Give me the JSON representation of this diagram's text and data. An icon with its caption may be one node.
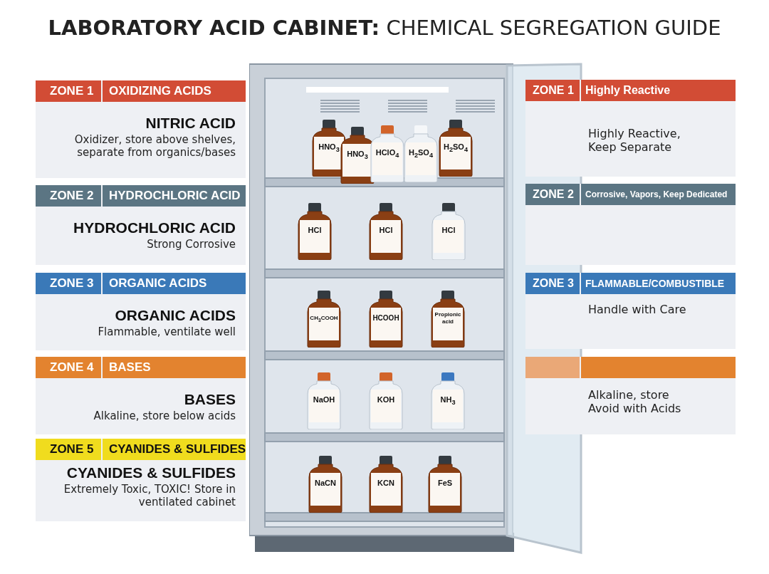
{
  "diagram": {
    "title": "**LABORATORY ACID CABINET:** CHEMICAL SEGREGATION GUIDE",
    "nodes": [
      {
        "text": [
          "ZONE 1",
          "OXIDIZING ACIDS",
          "NITRIC ACID",
          "Oxidizer, store above shelves, separate from organics/bases"
        ]
      },
      {
        "text": [
          "ZONE 2",
          "HYDROCHLORIC ACID",
          "HYDROCHLORIC ACID",
          "Strong Corrosive"
        ]
      },
      {
        "text": [
          "ZONE 3",
          "ORGANIC ACIDS",
          "ORGANIC ACIDS",
          "Flammable, ventilate well"
        ]
      },
      {
        "text": [
          "ZONE 4",
          "BASES",
          "BASES",
          "Alkaline, store below acids"
        ]
      },
      {
        "text": [
          "ZONE 5",
          "CYANIDES & SULFIDES",
          "CYANIDES & SULFIDES",
          "Extremely Toxic, TOXIC! Store in ventilated cabinet"
        ]
      },
      {
        "text": [],
        "shape": "picture"
      },
      {
        "text": [
          "HNO$_{3}$"
        ],
        "in": 5
      },
      {
        "text": [
          "HNO$_{3}$"
        ],
        "in": 5
      },
      {
        "text": [
          "HClO$_{4}$"
        ],
        "in": 5
      },
      {
        "text": [
          "H$_{2}$SO$_{4}$"
        ],
        "in": 5
      },
      {
        "text": [
          "H$_{2}$SO$_{4}$"
        ],
        "in": 5
      },
      {
        "text": [
          "HCl"
        ],
        "in": 5
      },
      {
        "text": [
          "HCl"
        ],
        "in": 5
      },
      {
        "text": [
          "HCl"
        ],
        "in": 5
      },
      {
        "text": [
          "CH$_{3}$COOH"
        ],
        "in": 5
      },
      {
        "text": [
          "HCOOH"
        ],
        "in": 5
      },
      {
        "text": [
          "Propionic acid"
        ],
        "in": 5
      },
      {
        "text": [
          "NaOH"
        ],
        "in": 5
      },
      {
        "text": [
          "KOH"
        ],
        "in": 5
      },
      {
        "text": [
          "NH$_{3}$"
        ],
        "in": 5
      },
      {
        "text": [
          "NaCN"
        ],
        "in": 5
      },
      {
        "text": [
          "KCN"
        ],
        "in": 5
      },
      {
        "text": [
          "FeS"
        ],
        "in": 5
      },
      {
        "text": [
          "ZONE 1",
          "Highly Reactive",
          "Highly Reactive, Keep Separate"
        ]
      },
      {
        "text": [
          "ZONE 2",
          "Corrosive, Vapors, Keep Dedicated"
        ]
      },
      {
        "text": [
          "ZONE 3",
          "FLAMMABLE/COMBUSTIBLE",
          "Handle with Care"
        ]
      },
      {
        "text": [
          "Alkaline, store Avoid with Acids"
        ]
      }
    ]
  }
}
